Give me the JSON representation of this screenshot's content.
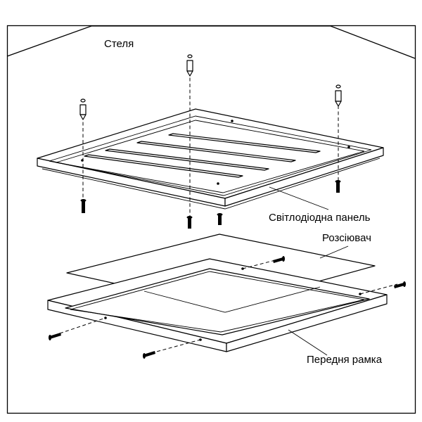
{
  "labels": {
    "ceiling": "Стеля",
    "led_panel": "Світлодіодна панель",
    "diffuser": "Розсіювач",
    "front_frame": "Передня рамка"
  }
}
